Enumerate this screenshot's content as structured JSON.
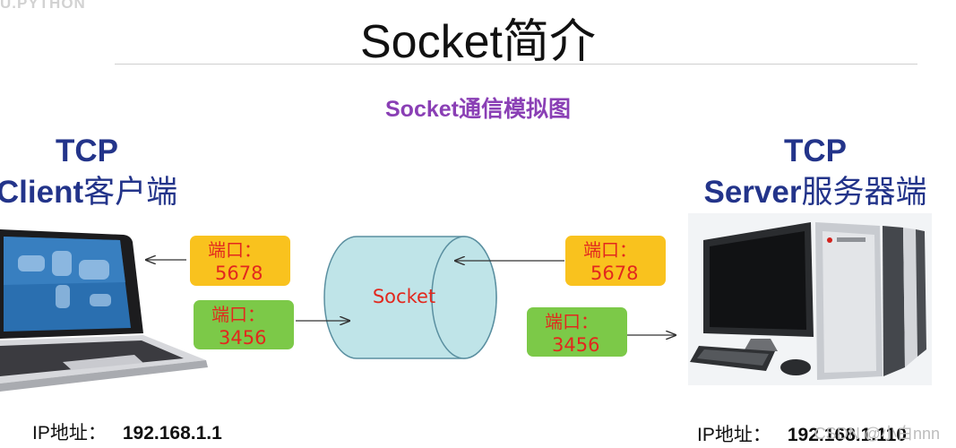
{
  "brand": "U.PYTHON",
  "title": "Socket简介",
  "subtitle": "Socket通信模拟图",
  "client": {
    "protocol": "TCP",
    "name_en": "Client",
    "name_cn": "客户端",
    "ip_label": "IP地址：",
    "ip": "192.168.1.1",
    "ports": [
      {
        "label": "端口：",
        "number": "5678",
        "color": "#f9c21e"
      },
      {
        "label": "端口：",
        "number": "3456",
        "color": "#7cc948"
      }
    ]
  },
  "server": {
    "protocol": "TCP",
    "name_en": "Server",
    "name_cn": "服务器端",
    "ip_label": "IP地址：",
    "ip": "192.168.1.110",
    "ports": [
      {
        "label": "端口：",
        "number": "5678",
        "color": "#f9c21e"
      },
      {
        "label": "端口：",
        "number": "3456",
        "color": "#7cc948"
      }
    ]
  },
  "socket": {
    "label": "Socket",
    "fill": "#bfe4e8",
    "stroke": "#5a8fa0",
    "text_color": "#e2281e"
  },
  "watermark": "CSDN @小白nnn"
}
